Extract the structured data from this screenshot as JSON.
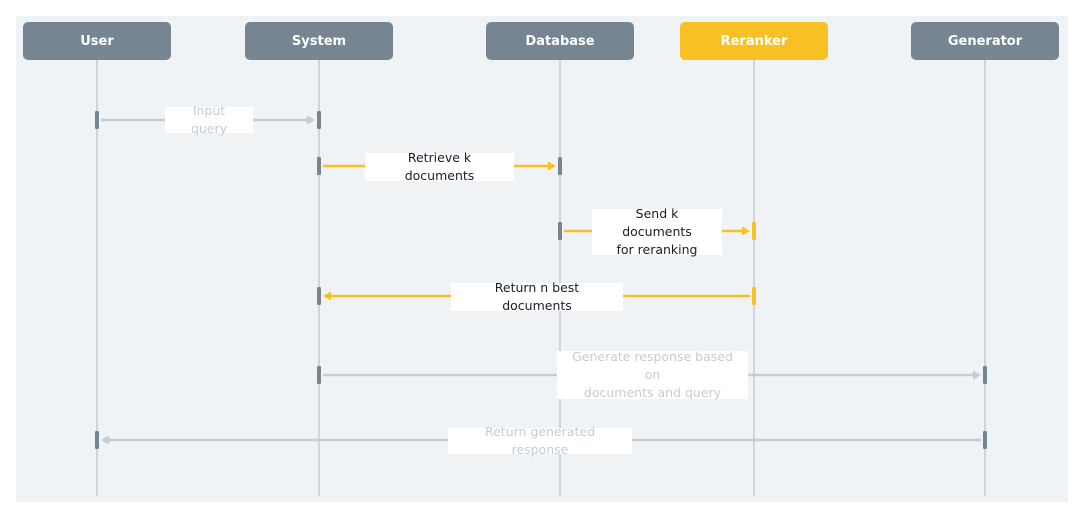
{
  "participants": [
    {
      "id": "user",
      "label": "User",
      "highlight": false
    },
    {
      "id": "system",
      "label": "System",
      "highlight": false
    },
    {
      "id": "database",
      "label": "Database",
      "highlight": false
    },
    {
      "id": "reranker",
      "label": "Reranker",
      "highlight": true
    },
    {
      "id": "generator",
      "label": "Generator",
      "highlight": false
    }
  ],
  "messages": [
    {
      "id": "input-query",
      "from": "user",
      "to": "system",
      "text": "Input query",
      "style": "muted"
    },
    {
      "id": "retrieve-k",
      "from": "system",
      "to": "database",
      "text": "Retrieve k documents",
      "style": "highlight"
    },
    {
      "id": "send-k",
      "from": "database",
      "to": "reranker",
      "text": "Send k documents\nfor reranking",
      "style": "highlight"
    },
    {
      "id": "return-n",
      "from": "reranker",
      "to": "system",
      "text": "Return n best documents",
      "style": "highlight"
    },
    {
      "id": "generate",
      "from": "system",
      "to": "generator",
      "text": "Generate response based on\ndocuments and query",
      "style": "muted"
    },
    {
      "id": "return-generated",
      "from": "generator",
      "to": "user",
      "text": "Return generated response",
      "style": "muted"
    }
  ],
  "colors": {
    "background": "#f0f3f6",
    "lane_header": "#778592",
    "lane_header_highlight": "#f7c025",
    "lifeline": "#cdd5dd",
    "activation": "#778592",
    "arrow_highlight": "#f7c025",
    "arrow_muted": "#c4ccd4",
    "label_text": "#1a1f24",
    "label_text_muted": "#c4ccd4"
  }
}
